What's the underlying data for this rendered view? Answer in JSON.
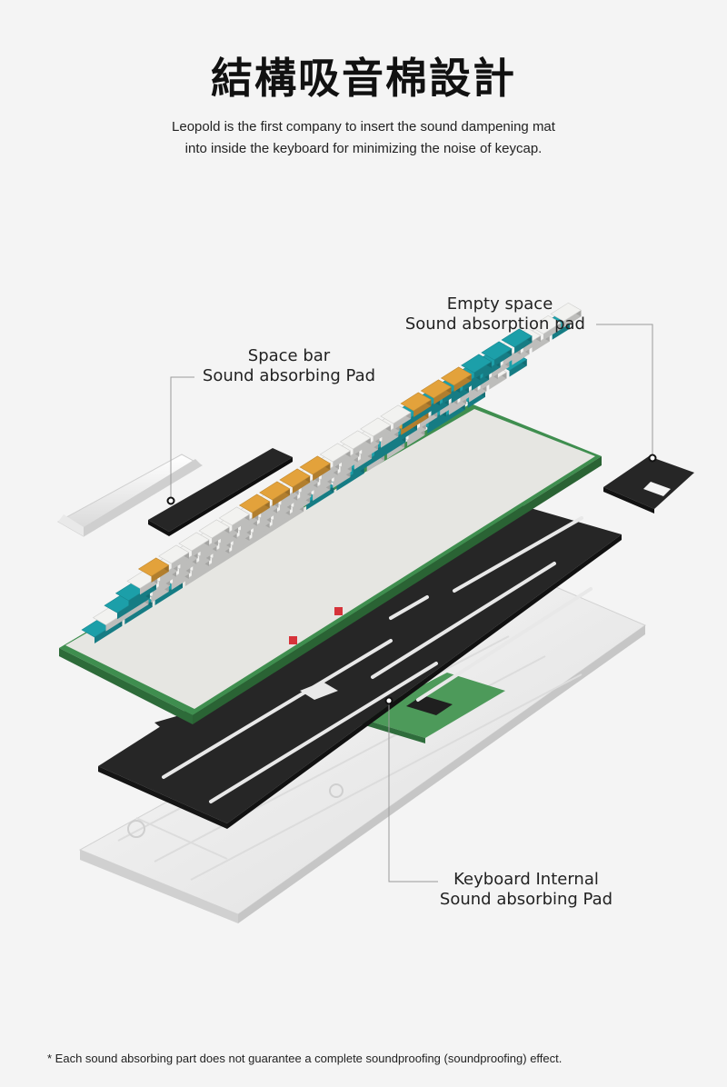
{
  "title": "結構吸音棉設計",
  "subtitle": {
    "line1": "Leopold is the first company to insert the sound dampening mat",
    "line2": "into inside the keyboard for minimizing the noise of keycap."
  },
  "callouts": {
    "empty_space": {
      "line1": "Empty space",
      "line2": "Sound absorption pad"
    },
    "space_bar": {
      "line1": "Space bar",
      "line2": "Sound absorbing Pad"
    },
    "internal": {
      "line1": "Keyboard Internal",
      "line2": "Sound absorbing Pad"
    }
  },
  "footnote": "* Each sound absorbing part does not guarantee a complete soundproofing (soundproofing) effect.",
  "colors": {
    "background": "#f4f4f4",
    "felt": "#252525",
    "teal": "#1c9fa9",
    "orange": "#e3a23b",
    "white_key": "#f2f2f0",
    "pcb": "#3f8e4f",
    "case": "#ececec"
  }
}
